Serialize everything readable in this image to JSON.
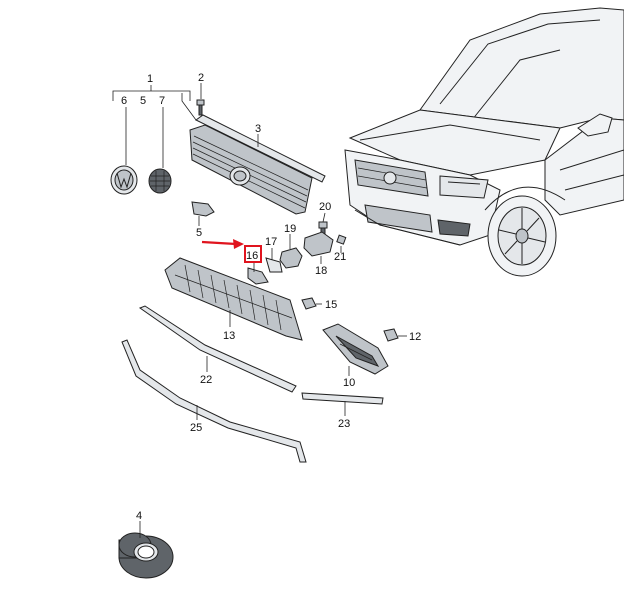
{
  "callouts": {
    "c1": "1",
    "c2": "2",
    "c3": "3",
    "c4": "4",
    "c5_top": "5",
    "c5": "5",
    "c6": "6",
    "c7": "7",
    "c10": "10",
    "c12": "12",
    "c13": "13",
    "c15": "15",
    "c16": "16",
    "c17": "17",
    "c18": "18",
    "c19": "19",
    "c20": "20",
    "c21": "21",
    "c22": "22",
    "c23": "23",
    "c25": "25"
  },
  "colors": {
    "highlight_box": "#e0141e",
    "arrow": "#e0141e"
  },
  "highlighted_part": "16"
}
